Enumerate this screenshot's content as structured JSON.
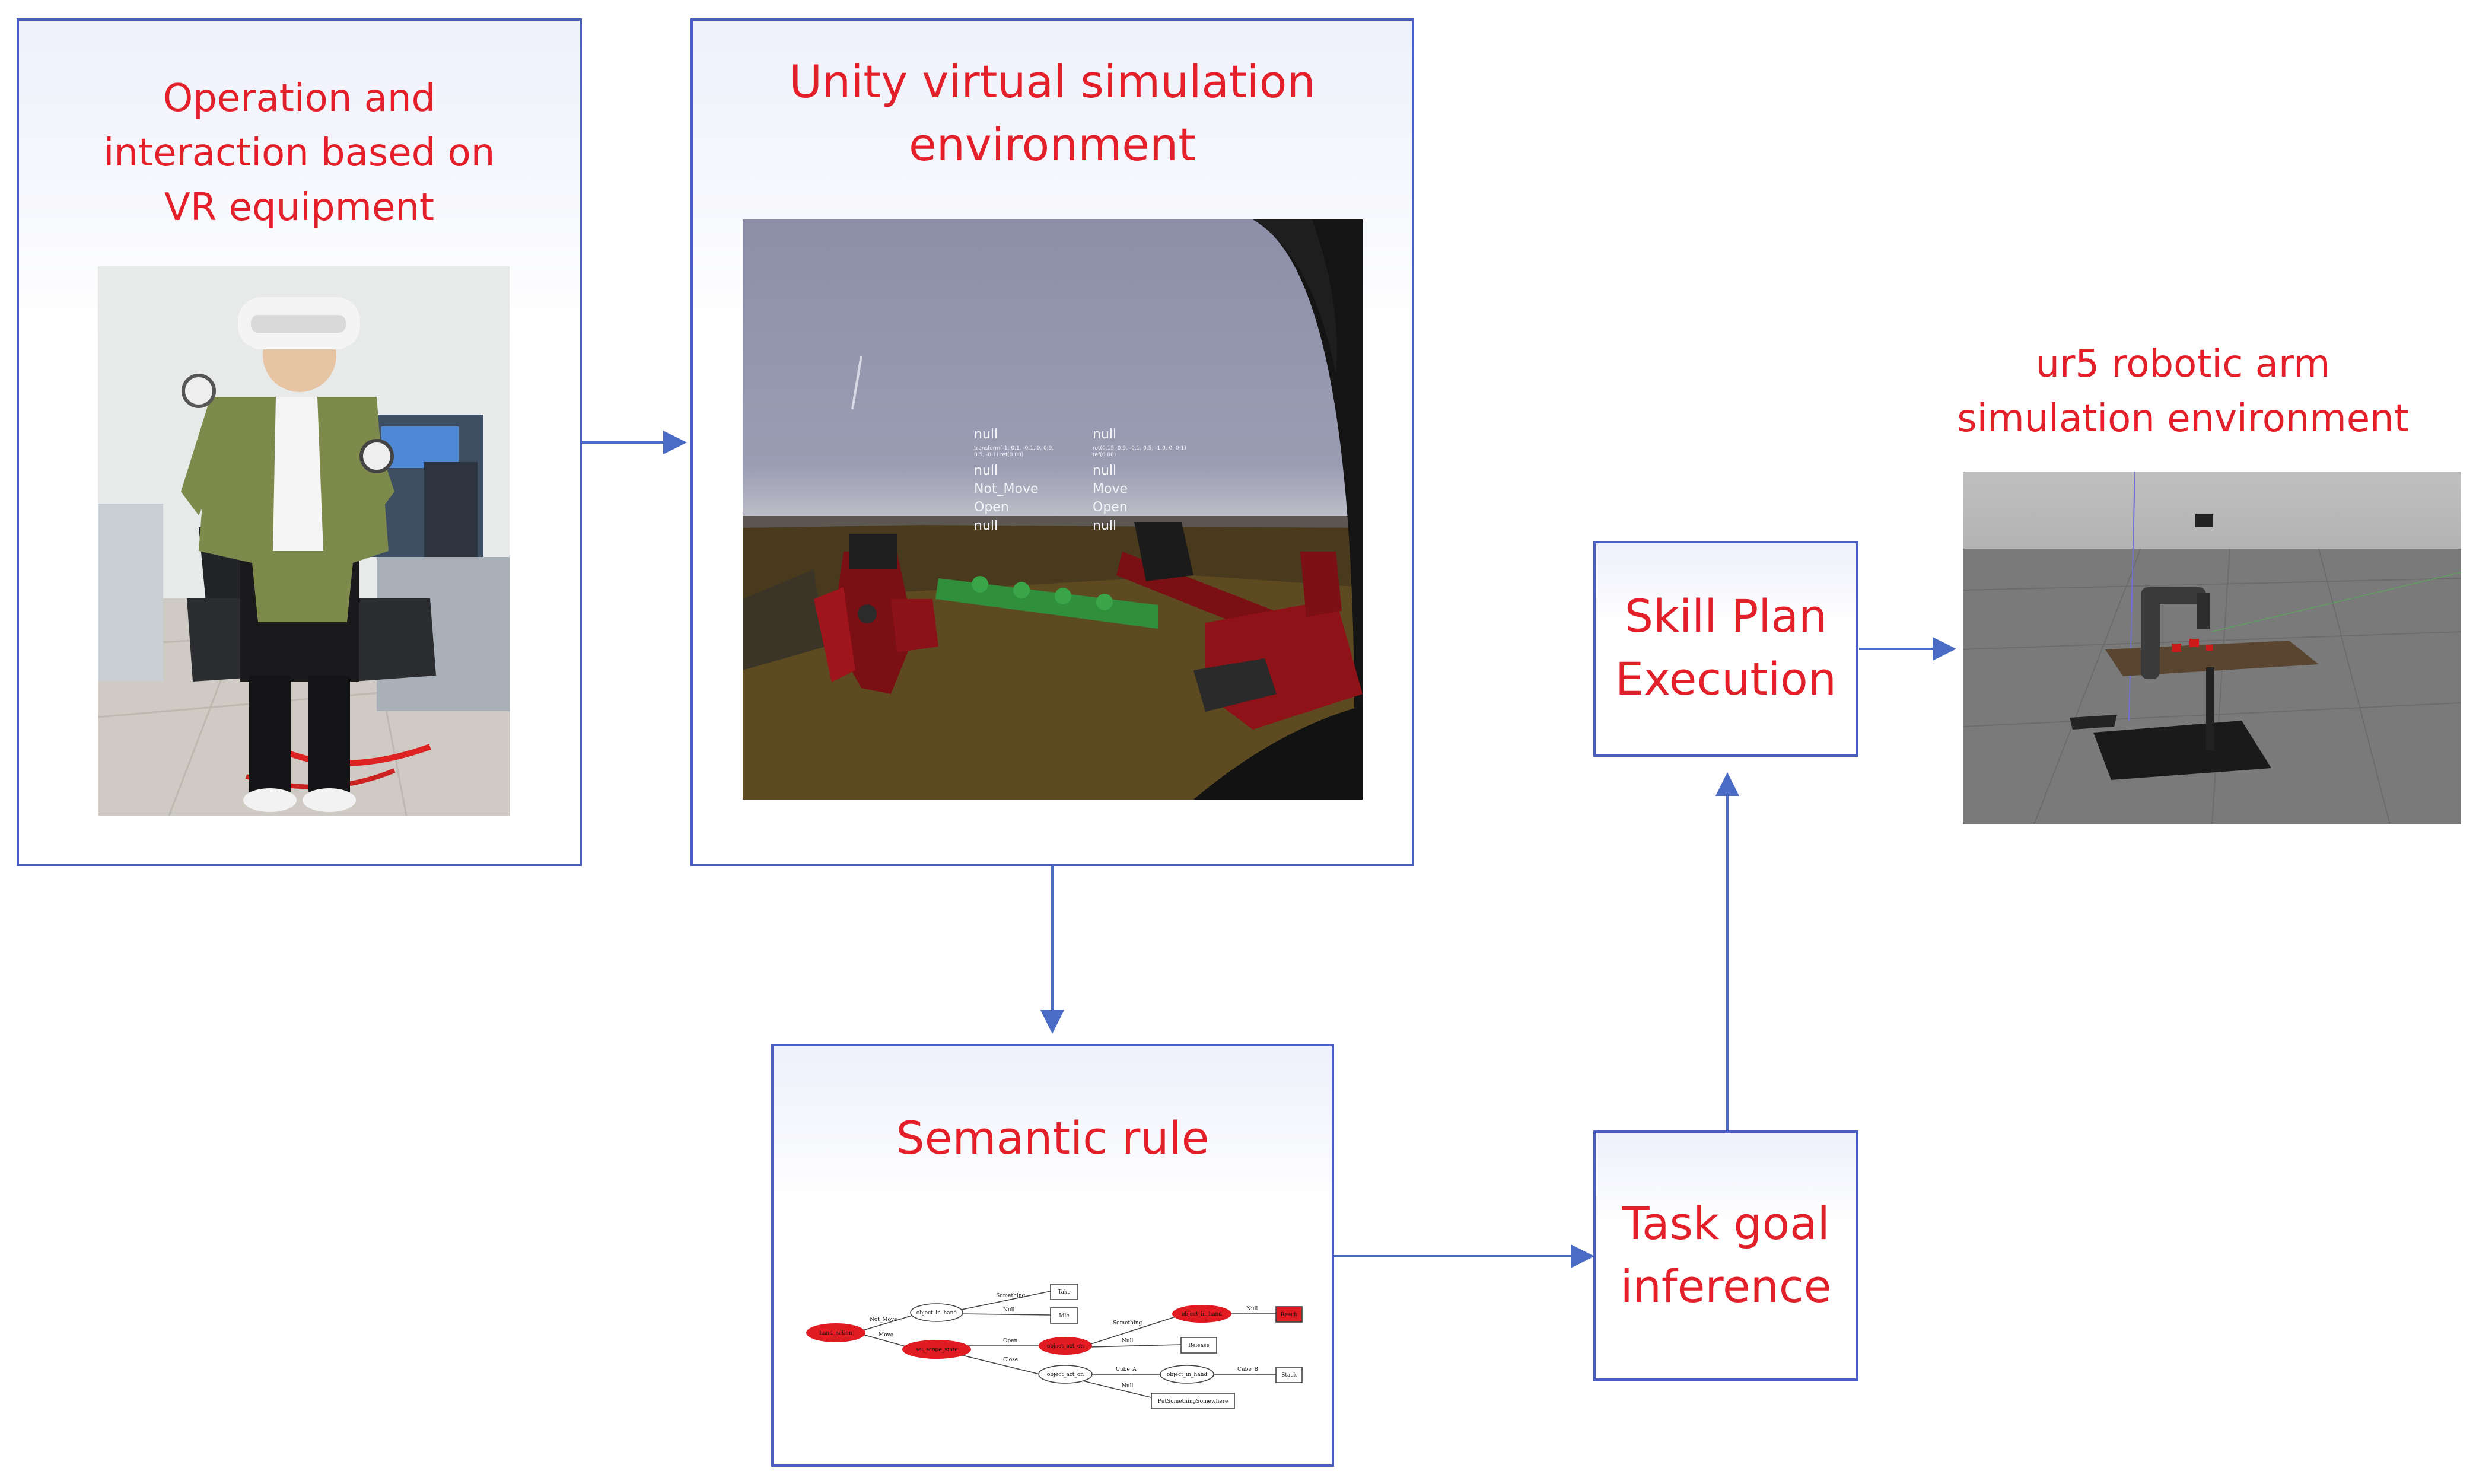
{
  "boxes": {
    "vr": {
      "title": "Operation and interaction based on VR equipment"
    },
    "unity": {
      "title": "Unity virtual simulation environment"
    },
    "semantic": {
      "title": "Semantic rule"
    },
    "task": {
      "title": "Task goal inference"
    },
    "skill": {
      "title": "Skill Plan Execution"
    },
    "ur5": {
      "title": "ur5 robotic arm simulation environment"
    }
  },
  "unity_overlay": {
    "rows": [
      [
        "null",
        "null"
      ],
      [
        "transform(-1, 0.1, -0.1, 0, 0.9, 0.5, -0.1) ref(0.00)",
        "rot(0.15, 0.9, -0.1, 0.5, -1.0, 0, 0.1) ref(0.00)"
      ],
      [
        "null",
        "null"
      ],
      [
        "Not_Move",
        "Move"
      ],
      [
        "Open",
        "Open"
      ],
      [
        "null",
        "null"
      ]
    ]
  },
  "graph": {
    "nodes": [
      "hand_action",
      "object_in_hand",
      "Take",
      "Idle",
      "set_scope_state",
      "object_in_hand",
      "Reach",
      "object_act_on",
      "Release",
      "object_act_on",
      "object_in_hand",
      "Stack",
      "PutSomethingSomewhere"
    ],
    "edges": [
      "Not_Move",
      "Move",
      "Something",
      "Null",
      "Open",
      "Close",
      "Something",
      "Null",
      "Null",
      "Cube_A",
      "Null",
      "Cube_B"
    ]
  },
  "colors": {
    "accent_red": "#e3202a",
    "border_blue": "#4a5fc1",
    "arrow_blue": "#4a6cc4",
    "node_red": "#e11b22"
  }
}
